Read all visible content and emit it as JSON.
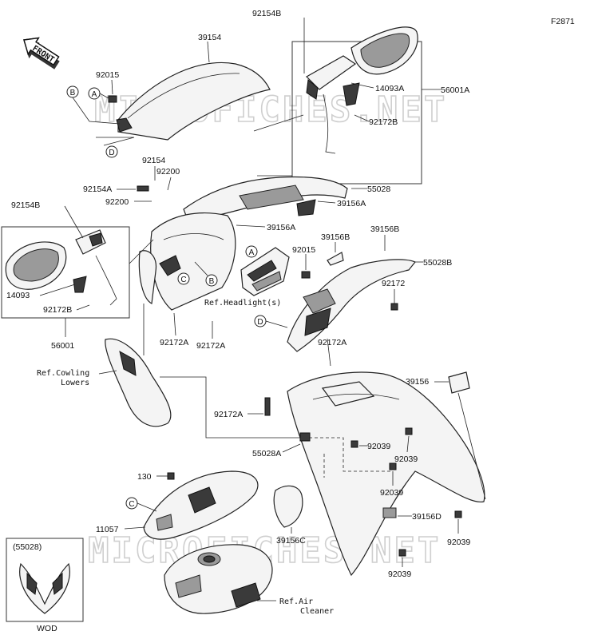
{
  "figure_code": "F2871",
  "front_label": "FRONT",
  "watermark": "MICROFICHES.NET",
  "parts": {
    "p39154": "39154",
    "p92015a": "92015",
    "p92015b": "92015",
    "p92154b_top": "92154B",
    "p14093a": "14093A",
    "p56001a": "56001A",
    "p92172b_top": "92172B",
    "p92154": "92154",
    "p92200a": "92200",
    "p92154a": "92154A",
    "p92200b": "92200",
    "p55028": "55028",
    "p39156a_1": "39156A",
    "p39156a_2": "39156A",
    "p92154b_left": "92154B",
    "p39156b_1": "39156B",
    "p39156b_2": "39156B",
    "p55028b": "55028B",
    "p92172": "92172",
    "p14093": "14093",
    "p92172b_left": "92172B",
    "p56001": "56001",
    "p92172a_1": "92172A",
    "p92172a_2": "92172A",
    "p92172a_3": "92172A",
    "p92172a_4": "92172A",
    "p39156": "39156",
    "p92039_1": "92039",
    "p92039_2": "92039",
    "p92039_3": "92039",
    "p92039_4": "92039",
    "p92039_5": "92039",
    "p55028a": "55028A",
    "p130": "130",
    "p11057": "11057",
    "p39156c": "39156C",
    "p39156d": "39156D",
    "inset_ref": "(55028)",
    "inset_code": "WOD"
  },
  "refs": {
    "headlight": "Ref.Headlight(s)",
    "cowling_1": "Ref.Cowling",
    "cowling_2": "Lowers",
    "air_1": "Ref.Air",
    "air_2": "Cleaner"
  },
  "callouts": {
    "a1": "A",
    "a2": "A",
    "b1": "B",
    "b2": "B",
    "c1": "C",
    "c2": "C",
    "d1": "D",
    "d2": "D"
  }
}
